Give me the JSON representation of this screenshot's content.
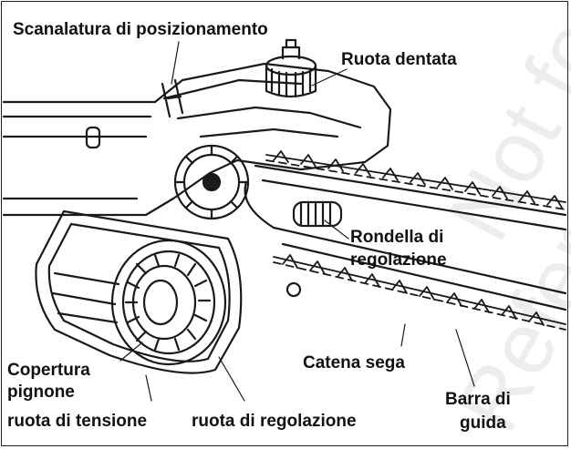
{
  "labels": {
    "locating_slot": "Scanalatura di posizionamento",
    "sprocket": "Ruota dentata",
    "adjusting_washer_line1": "Rondella di",
    "adjusting_washer_line2": "regolazione",
    "sprocket_cover_line1": "Copertura",
    "sprocket_cover_line2": "pignone",
    "saw_chain": "Catena sega",
    "guide_bar_line1": "Barra di",
    "guide_bar_line2": "guida",
    "tension_wheel": "ruota di tensione",
    "adjusting_wheel": "ruota di regolazione"
  },
  "watermark": {
    "line1": "Not for",
    "line2": "Reference"
  }
}
